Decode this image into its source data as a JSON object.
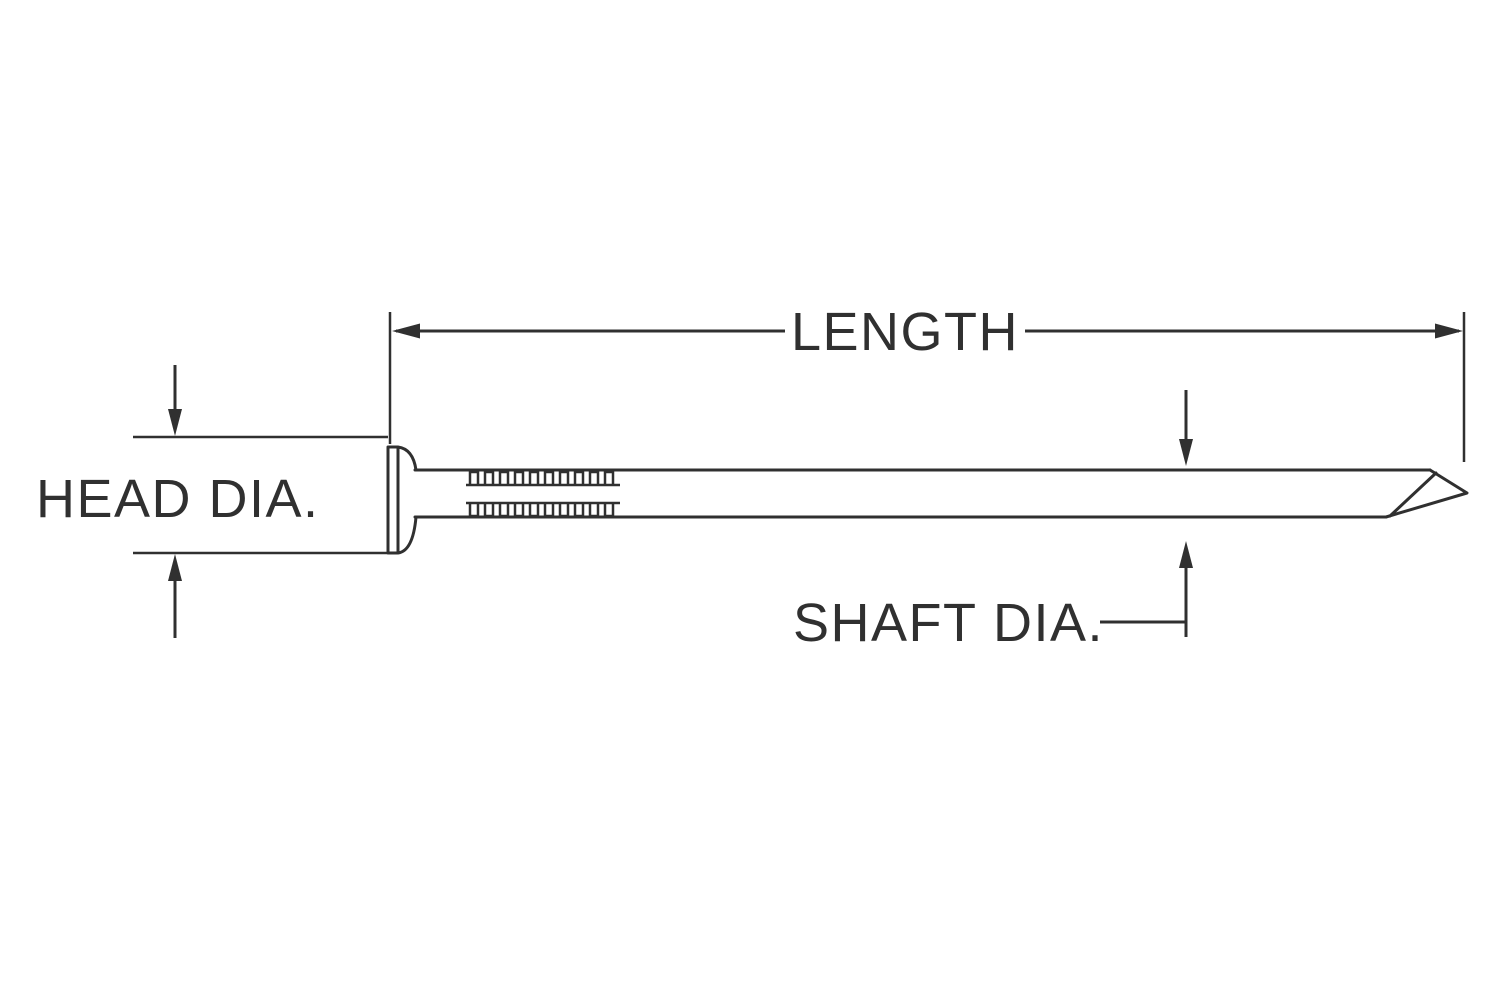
{
  "diagram": {
    "labels": {
      "length": "LENGTH",
      "head_diameter": "HEAD DIA.",
      "shaft_diameter": "SHAFT DIA."
    },
    "colors": {
      "line": "#303030",
      "background": "#ffffff"
    }
  }
}
